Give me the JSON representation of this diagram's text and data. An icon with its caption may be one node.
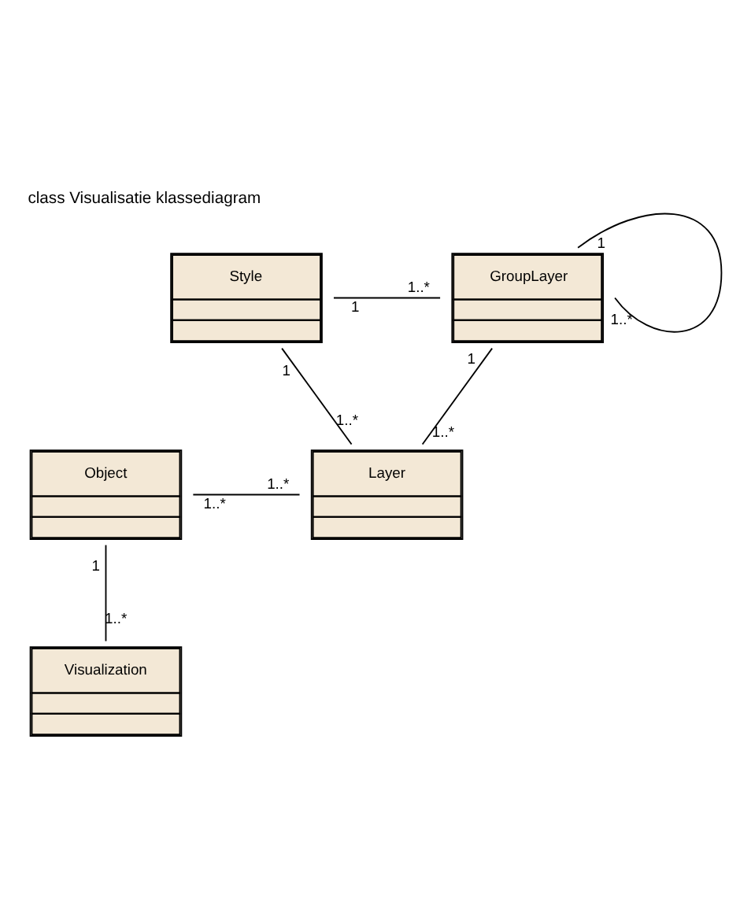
{
  "diagram": {
    "title": "class Visualisatie klassediagram",
    "nodes": [
      {
        "text": [
          "Style"
        ]
      },
      {
        "text": [
          "GroupLayer"
        ]
      },
      {
        "text": [
          "Object"
        ]
      },
      {
        "text": [
          "Layer"
        ]
      },
      {
        "text": [
          "Visualization"
        ]
      }
    ],
    "edges": [
      {
        "from": 0,
        "to": 1,
        "arrow": "none"
      },
      {
        "from": 0,
        "to": 3,
        "arrow": "none"
      },
      {
        "from": 1,
        "to": 3,
        "arrow": "none"
      },
      {
        "from": 1,
        "to": 1,
        "arrow": "none"
      },
      {
        "from": 2,
        "to": 3,
        "arrow": "none"
      },
      {
        "from": 2,
        "to": 4,
        "arrow": "none"
      }
    ],
    "labels": [
      "1..*",
      "1",
      "1..*",
      "1",
      "1",
      "1",
      "1..*",
      "1..*",
      "1..*",
      "1..*",
      "1",
      "1..*"
    ]
  }
}
